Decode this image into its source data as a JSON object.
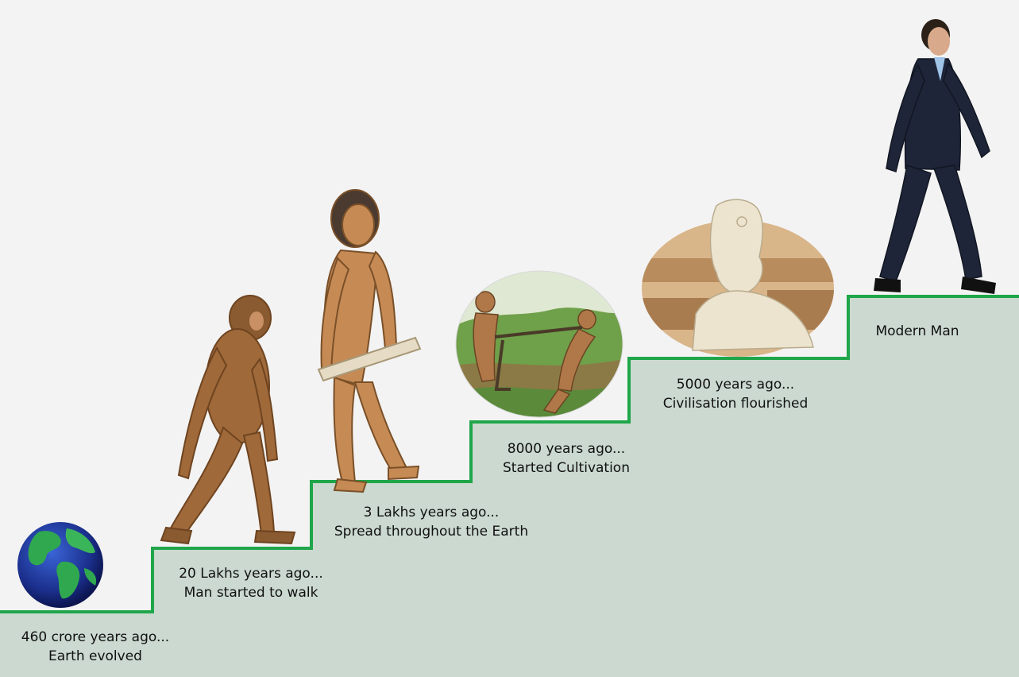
{
  "stages": [
    {
      "time": "460 crore years ago...",
      "event": "Earth evolved",
      "image": "earth-globe"
    },
    {
      "time": "20 Lakhs years ago...",
      "event": "Man started to walk",
      "image": "early-ape-walking"
    },
    {
      "time": "3 Lakhs years ago...",
      "event": "Spread throughout the Earth",
      "image": "early-man-with-club"
    },
    {
      "time": "8000 years ago...",
      "event": "Started Cultivation",
      "image": "ploughing-scene"
    },
    {
      "time": "5000 years ago...",
      "event": "Civilisation flourished",
      "image": "priest-king-statue"
    },
    {
      "time": "",
      "event": "Modern Man",
      "image": "businessman-walking"
    }
  ],
  "colors": {
    "step_fill": "#cbd9d0",
    "step_line": "#1fa64a",
    "background": "#f3f3f3"
  }
}
